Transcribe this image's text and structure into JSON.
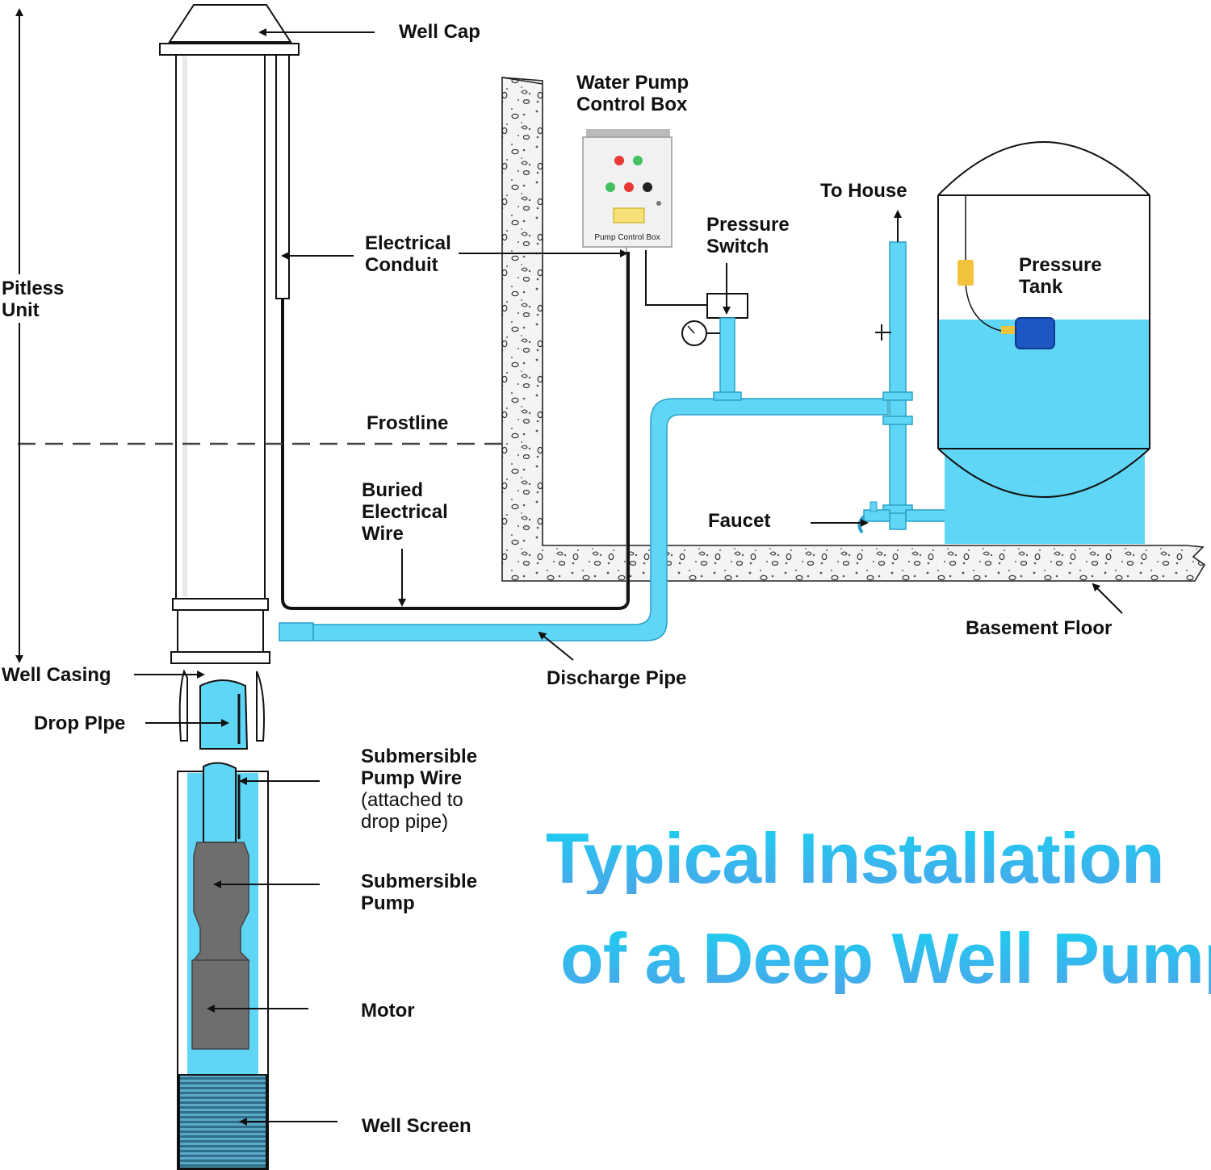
{
  "title": {
    "line1": "Typical Installation",
    "line2": "of a Deep Well Pump"
  },
  "labels": {
    "well_cap": "Well Cap",
    "pitless_unit": [
      "Pitless",
      "Unit"
    ],
    "water_pump_control_box": [
      "Water Pump",
      "Control Box"
    ],
    "control_box_plate": "Pump Control Box",
    "electrical_conduit": [
      "Electrical",
      "Conduit"
    ],
    "pressure_switch": [
      "Pressure",
      "Switch"
    ],
    "to_house": "To House",
    "pressure_tank": [
      "Pressure",
      "Tank"
    ],
    "frostline": "Frostline",
    "buried_electrical_wire": [
      "Buried",
      "Electrical",
      "Wire"
    ],
    "faucet": "Faucet",
    "basement_floor": "Basement Floor",
    "discharge_pipe": "Discharge Pipe",
    "well_casing": "Well Casing",
    "drop_pipe": "Drop PIpe",
    "submersible_pump_wire": [
      "Submersible",
      "Pump Wire"
    ],
    "submersible_pump_wire_note": [
      "(attached to",
      "drop pipe)"
    ],
    "submersible_pump": [
      "Submersible",
      "Pump"
    ],
    "motor": "Motor",
    "well_screen": "Well Screen"
  },
  "colors": {
    "water": "#5fd6f5",
    "pipe_outline": "#2aa0c8",
    "line": "#111111",
    "pump_gray": "#6e6e6e",
    "title_start": "#1ad0f0",
    "title_end": "#4aa6e8",
    "float_switch": "#1c57c4",
    "float_weight": "#f2c23a"
  }
}
